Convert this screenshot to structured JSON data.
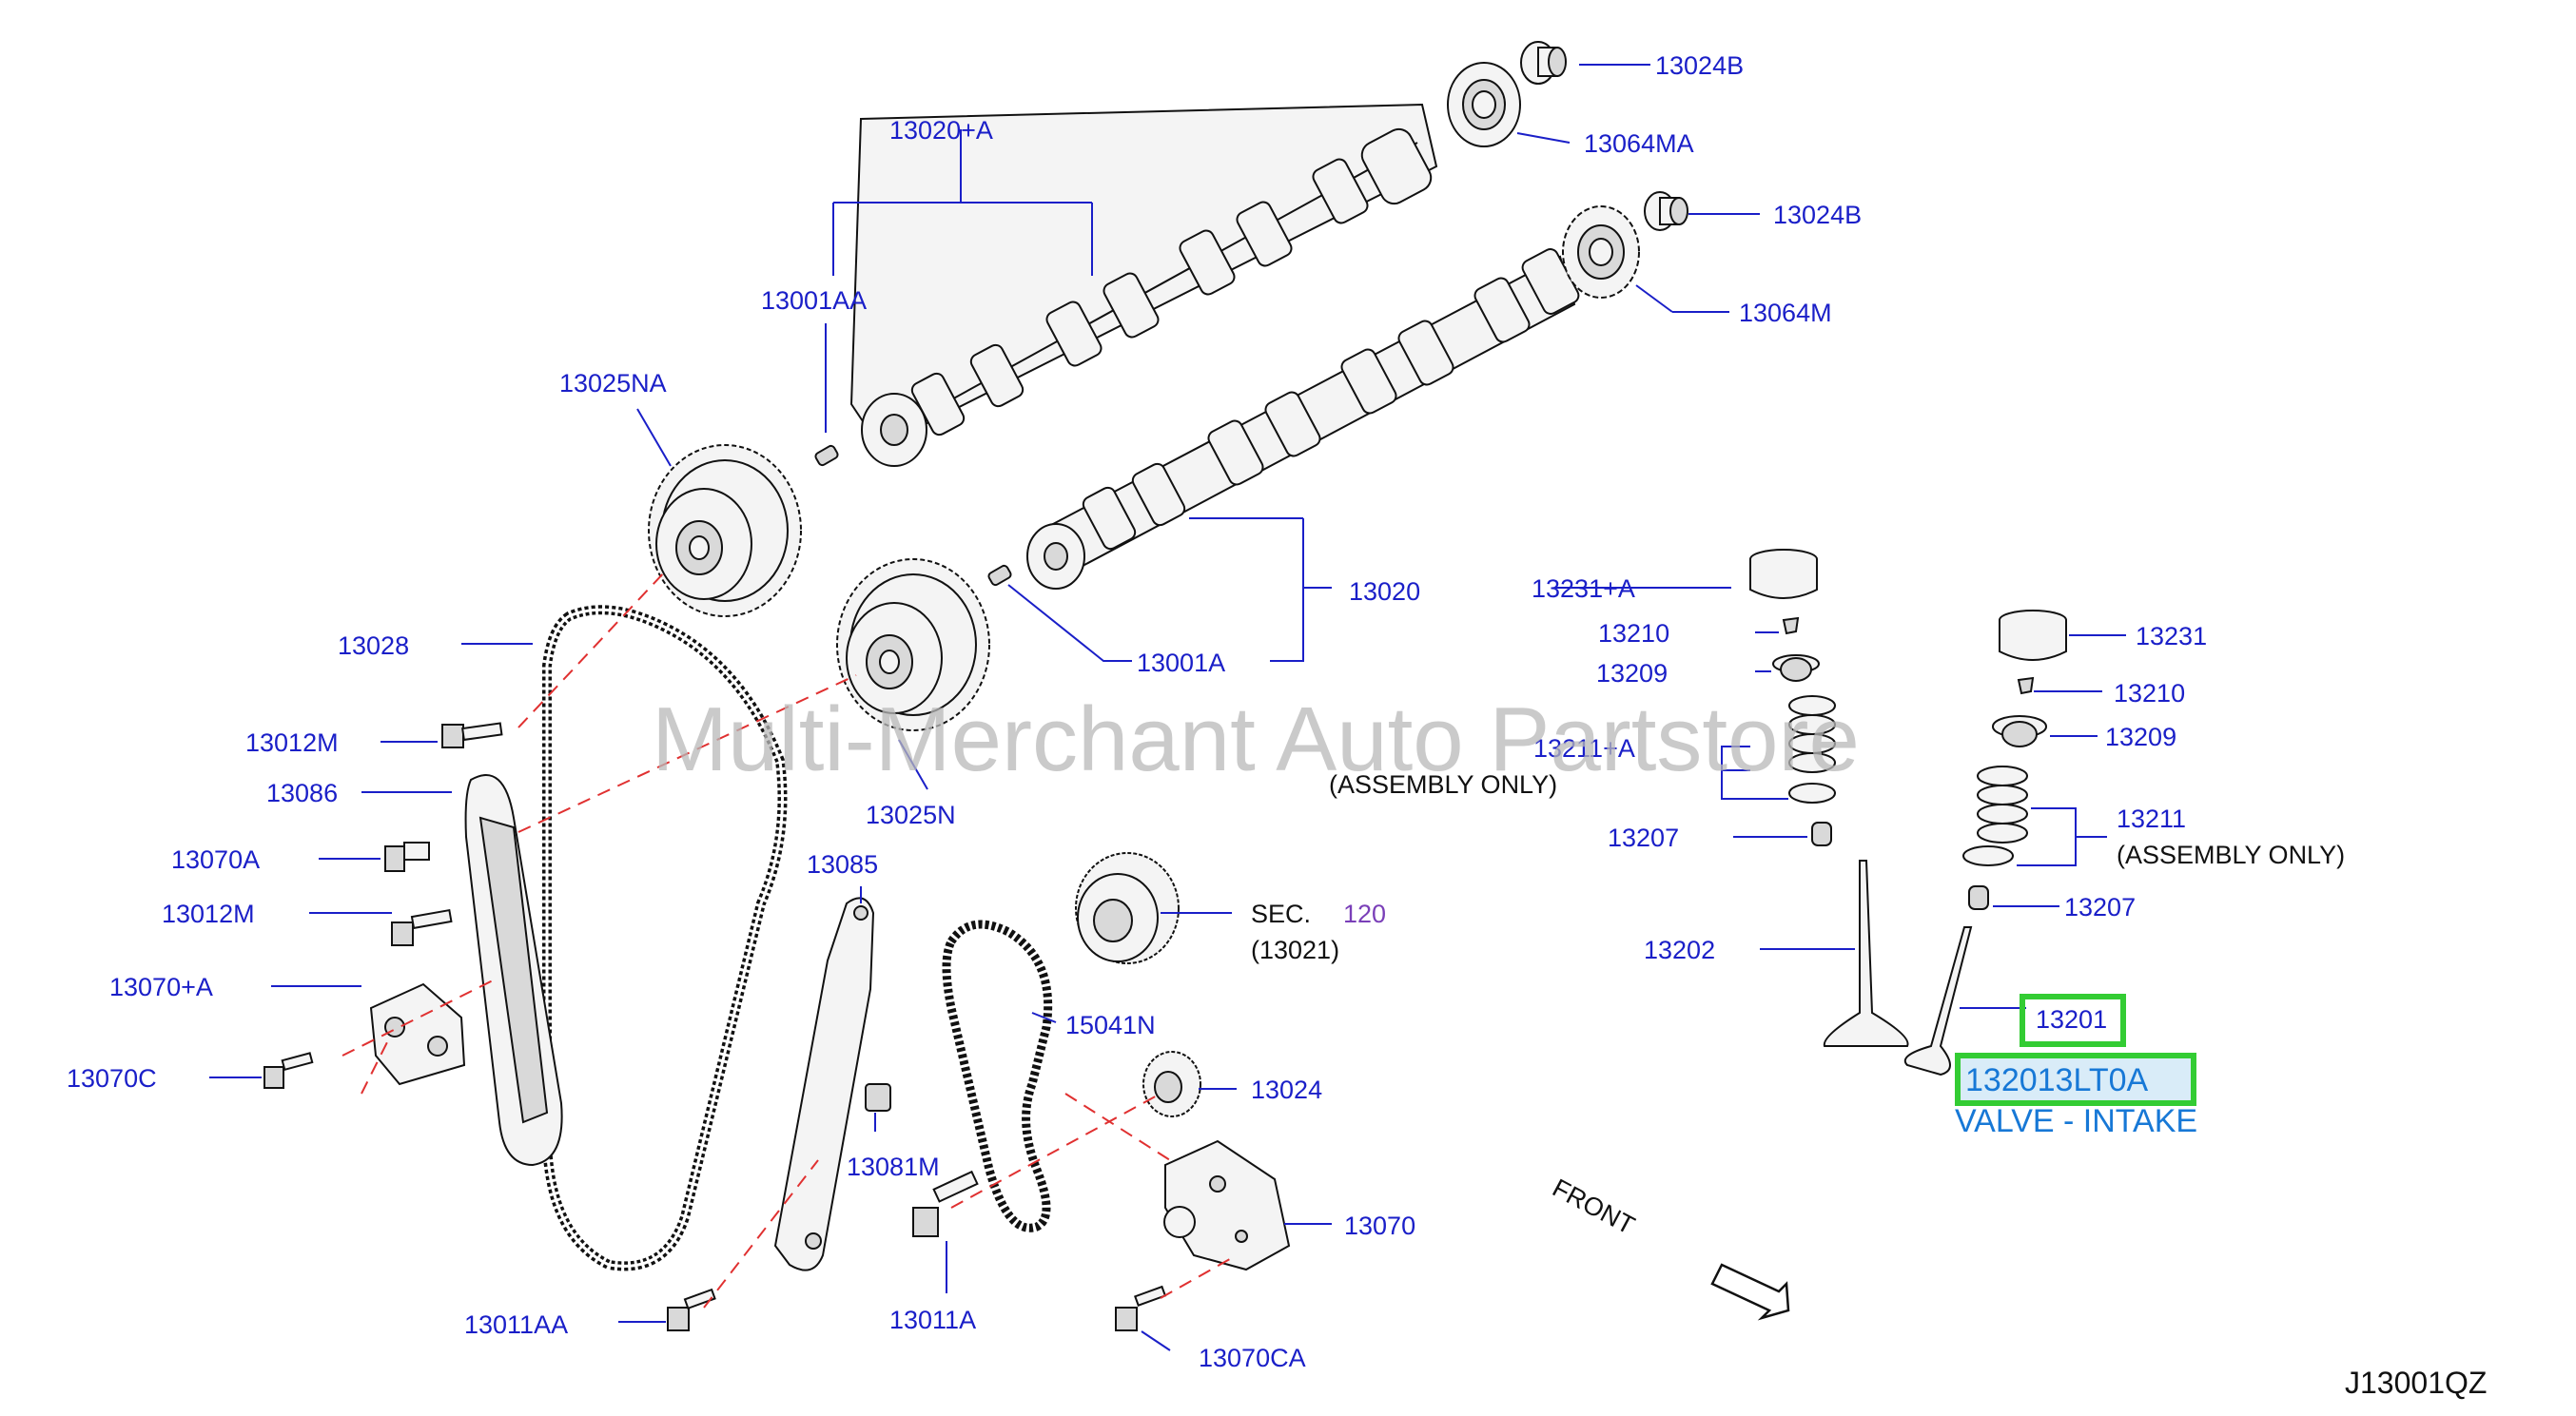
{
  "diagram": {
    "watermark": "Multi-Merchant Auto Partstore",
    "diagram_code": "J13001QZ",
    "front_label": "FRONT",
    "labels": {
      "p13024B_top": "13024B",
      "p13064MA": "13064MA",
      "p13020A": "13020+A",
      "p13024B": "13024B",
      "p13001AA": "13001AA",
      "p13064M": "13064M",
      "p13025NA": "13025NA",
      "p13020": "13020",
      "p13028": "13028",
      "p13001A": "13001A",
      "p13231A": "13231+A",
      "p13231": "13231",
      "p13210_left": "13210",
      "p13210_right": "13210",
      "p13209_left": "13209",
      "p13209_right": "13209",
      "p13012M_top": "13012M",
      "p13211A": "13211+A",
      "assembly_only_left": "(ASSEMBLY   ONLY)",
      "p13086": "13086",
      "p13025N": "13025N",
      "p13211": "13211",
      "assembly_only_right": "(ASSEMBLY   ONLY)",
      "p13207_left": "13207",
      "p13070A": "13070A",
      "p13085": "13085",
      "p13207_right": "13207",
      "p13012M": "13012M",
      "sec": "SEC.",
      "sec_num": "120",
      "sec_ref": "(13021)",
      "p13202": "13202",
      "p13070pA": "13070+A",
      "p15041N": "15041N",
      "p13201": "13201",
      "p13070C": "13070C",
      "p13024": "13024",
      "p13081M": "13081M",
      "p13070": "13070",
      "p13011AA": "13011AA",
      "p13011A": "13011A",
      "p13070CA": "13070CA"
    },
    "selection": {
      "part_number": "132013LT0A",
      "description": "VALVE - INTAKE"
    },
    "colors": {
      "label": "#1a1fc8",
      "highlight": "#33cc33",
      "selection_text": "#1778d6",
      "dashed_line": "#e03030"
    }
  }
}
